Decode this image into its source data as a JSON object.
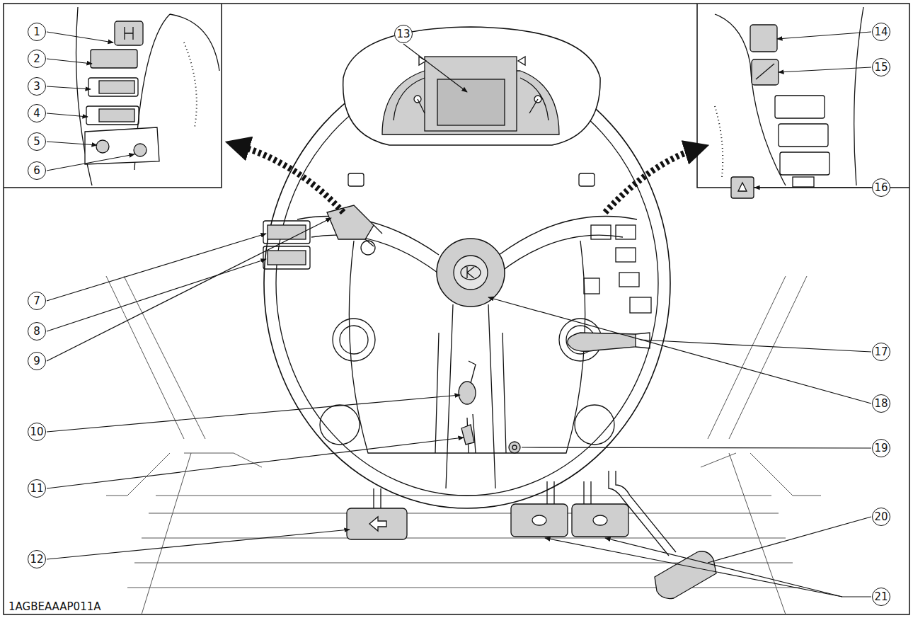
{
  "diagram": {
    "labels": [
      "1",
      "2",
      "3",
      "4",
      "5",
      "6",
      "7",
      "8",
      "9",
      "10",
      "11",
      "12",
      "13",
      "14",
      "15",
      "16",
      "17",
      "18",
      "19",
      "20",
      "21",
      "1AGBEAAAP011A"
    ]
  }
}
